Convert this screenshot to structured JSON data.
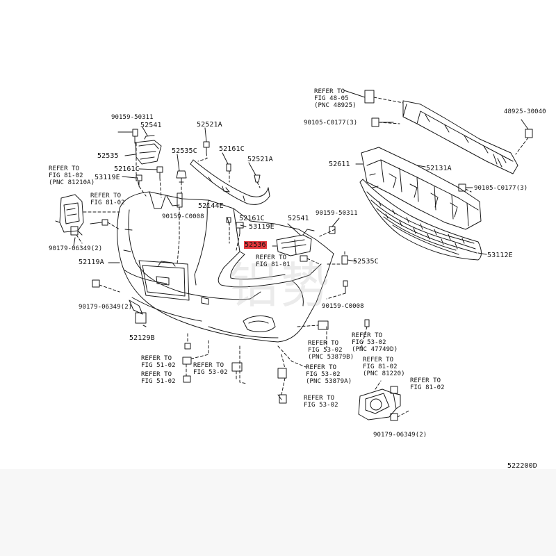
{
  "diagram": {
    "figure_code": "522200D",
    "highlighted_part": "52536",
    "watermark": "铝势",
    "parts": {
      "p90159_50311_a": "90159-50311",
      "p52541_a": "52541",
      "p52535": "52535",
      "p52535c_a": "52535C",
      "p52521a_a": "52521A",
      "p52161c_a": "52161C",
      "p52521a_b": "52521A",
      "p52161c_b": "52161C",
      "p53119e_a": "53119E",
      "p52144e": "52144E",
      "p90159_c0008_a": "90159-C0008",
      "p52161c_c": "52161C",
      "p53119e_b": "53119E",
      "p52541_b": "52541",
      "p52536": "52536",
      "p90179_06349_a": "90179-06349(2)",
      "p52119a": "52119A",
      "p90179_06349_b": "90179-06349(2)",
      "p52129b": "52129B",
      "p90159_50311_b": "90159-50311",
      "p52535c_b": "52535C",
      "p90159_c0008_b": "90159-C0008",
      "p52611": "52611",
      "p52131a": "52131A",
      "p90105_c0177_a": "90105-C0177(3)",
      "p90105_c0177_b": "90105-C0177(3)",
      "p48925_30040": "48925-30040",
      "p53112e": "53112E",
      "p90179_06349_c": "90179-06349(2)"
    },
    "refs": {
      "r_48_05": [
        "REFER TO",
        "FIG 48-05",
        "(PNC 48925)"
      ],
      "r_81_02_a": [
        "REFER TO",
        "FIG 81-02",
        "(PNC 81210A)"
      ],
      "r_81_02_b": [
        "REFER TO",
        "FIG 81-02"
      ],
      "r_81_01": [
        "REFER TO",
        "FIG 81-01"
      ],
      "r_51_02_a": [
        "REFER TO",
        "FIG 51-02"
      ],
      "r_51_02_b": [
        "REFER TO",
        "FIG 51-02"
      ],
      "r_53_02_a": [
        "REFER TO",
        "FIG 53-02"
      ],
      "r_53_02_b": [
        "REFER TO",
        "FIG 53-02",
        "(PNC 53879B)"
      ],
      "r_53_02_c": [
        "REFER TO",
        "FIG 53-02",
        "(PNC 47749D)"
      ],
      "r_53_02_d": [
        "REFER TO",
        "FIG 53-02",
        "(PNC 53879A)"
      ],
      "r_81_02_c": [
        "REFER TO",
        "FIG 81-02",
        "(PNC 81220)"
      ],
      "r_81_02_d": [
        "REFER TO",
        "FIG 81-02"
      ],
      "r_53_02_e": [
        "REFER TO",
        "FIG 53-02"
      ]
    }
  }
}
